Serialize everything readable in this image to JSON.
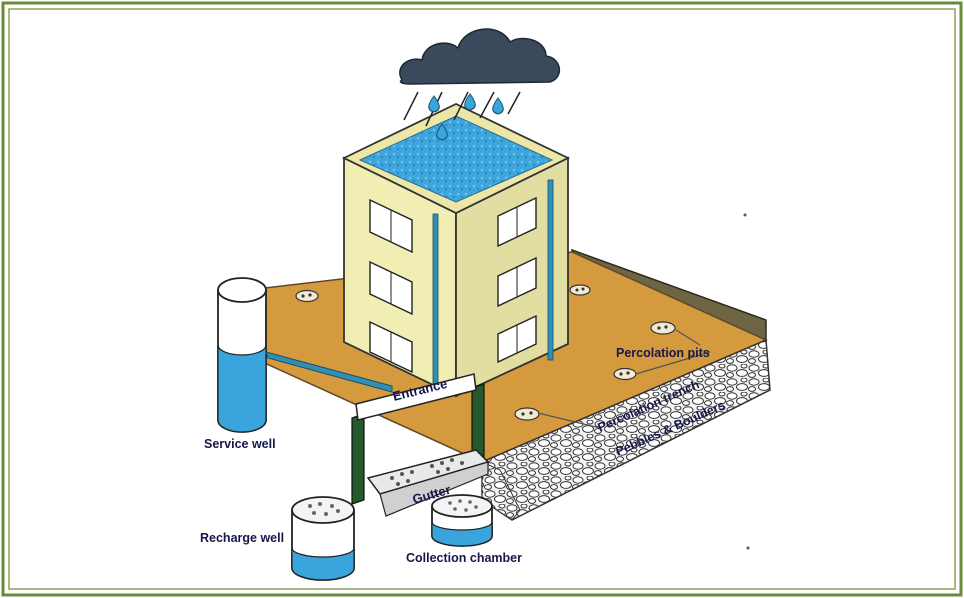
{
  "labels": {
    "entrance": "Entrance",
    "gutter": "Gutter",
    "service_well": "Service well",
    "recharge_well": "Recharge well",
    "collection_chamber": "Collection chamber",
    "percolation_pits": "Percolation pits",
    "percolation_trench": "Percolation trench",
    "pebbles_boulders": "Pebbles & Boulders"
  },
  "colors": {
    "frame": "#6a8a3a",
    "ground": "#d59a3e",
    "ground_edge": "#5a4a2a",
    "wall": "#6e6544",
    "building_front": "#f1eeb3",
    "building_side": "#e2dda0",
    "roof_water": "#3ea6dd",
    "pipe": "#2f8fb5",
    "water": "#3aa5dc",
    "post": "#245a2c",
    "cloud": "#3a4a5c",
    "label_text": "#17184a"
  }
}
